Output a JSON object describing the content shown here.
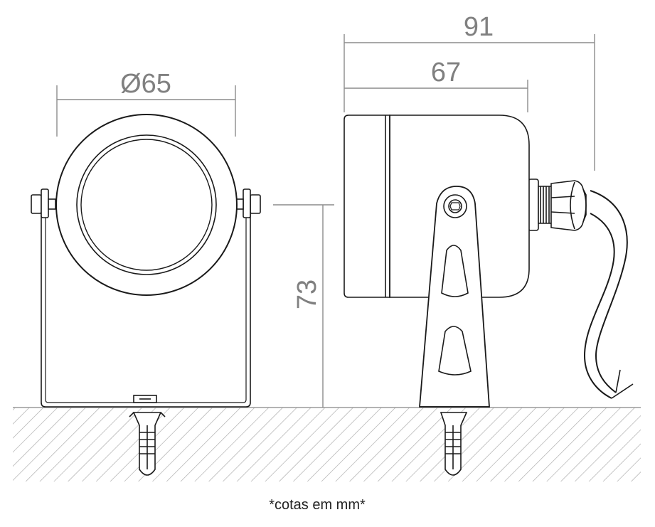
{
  "dimensions": {
    "diameter": "Ø65",
    "depth": "67",
    "total_length": "91",
    "height": "73"
  },
  "note": "*cotas em mm*",
  "colors": {
    "outline": "#1a1a1a",
    "dimension": "#8c8c8c",
    "hatch": "#a8a8a8",
    "background": "#ffffff"
  }
}
